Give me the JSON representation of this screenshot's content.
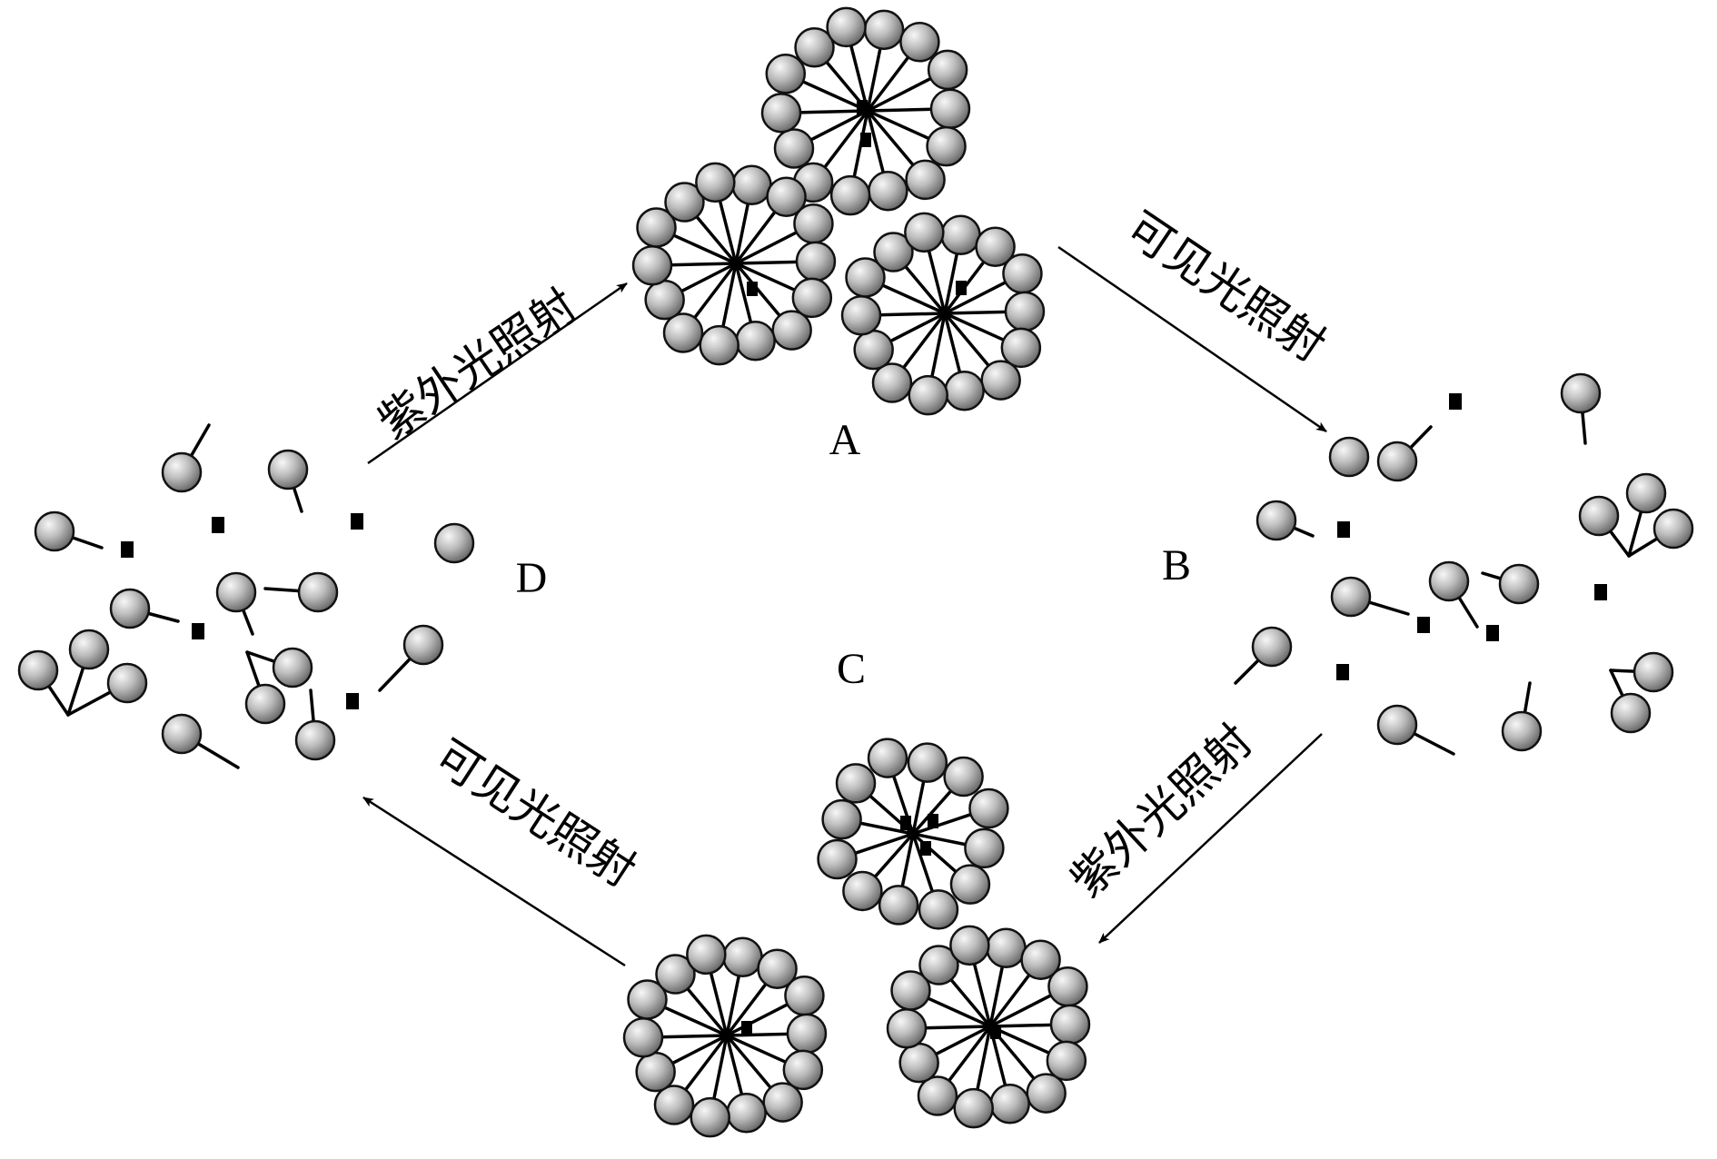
{
  "diagram": {
    "states": [
      {
        "id": "A",
        "label": "A",
        "kind": "micelles"
      },
      {
        "id": "B",
        "label": "B",
        "kind": "dispersed"
      },
      {
        "id": "C",
        "label": "C",
        "kind": "micelles"
      },
      {
        "id": "D",
        "label": "D",
        "kind": "dispersed"
      }
    ],
    "transitions": [
      {
        "from": "D",
        "to": "A",
        "label": "紫外光照射"
      },
      {
        "from": "A",
        "to": "B",
        "label": "可见光照射"
      },
      {
        "from": "B",
        "to": "C",
        "label": "紫外光照射"
      },
      {
        "from": "C",
        "to": "D",
        "label": "可见光照射"
      }
    ],
    "colors": {
      "ink": "#000000",
      "sphere_light": "#f4f4f4",
      "sphere_dark": "#6f6f6f"
    }
  }
}
